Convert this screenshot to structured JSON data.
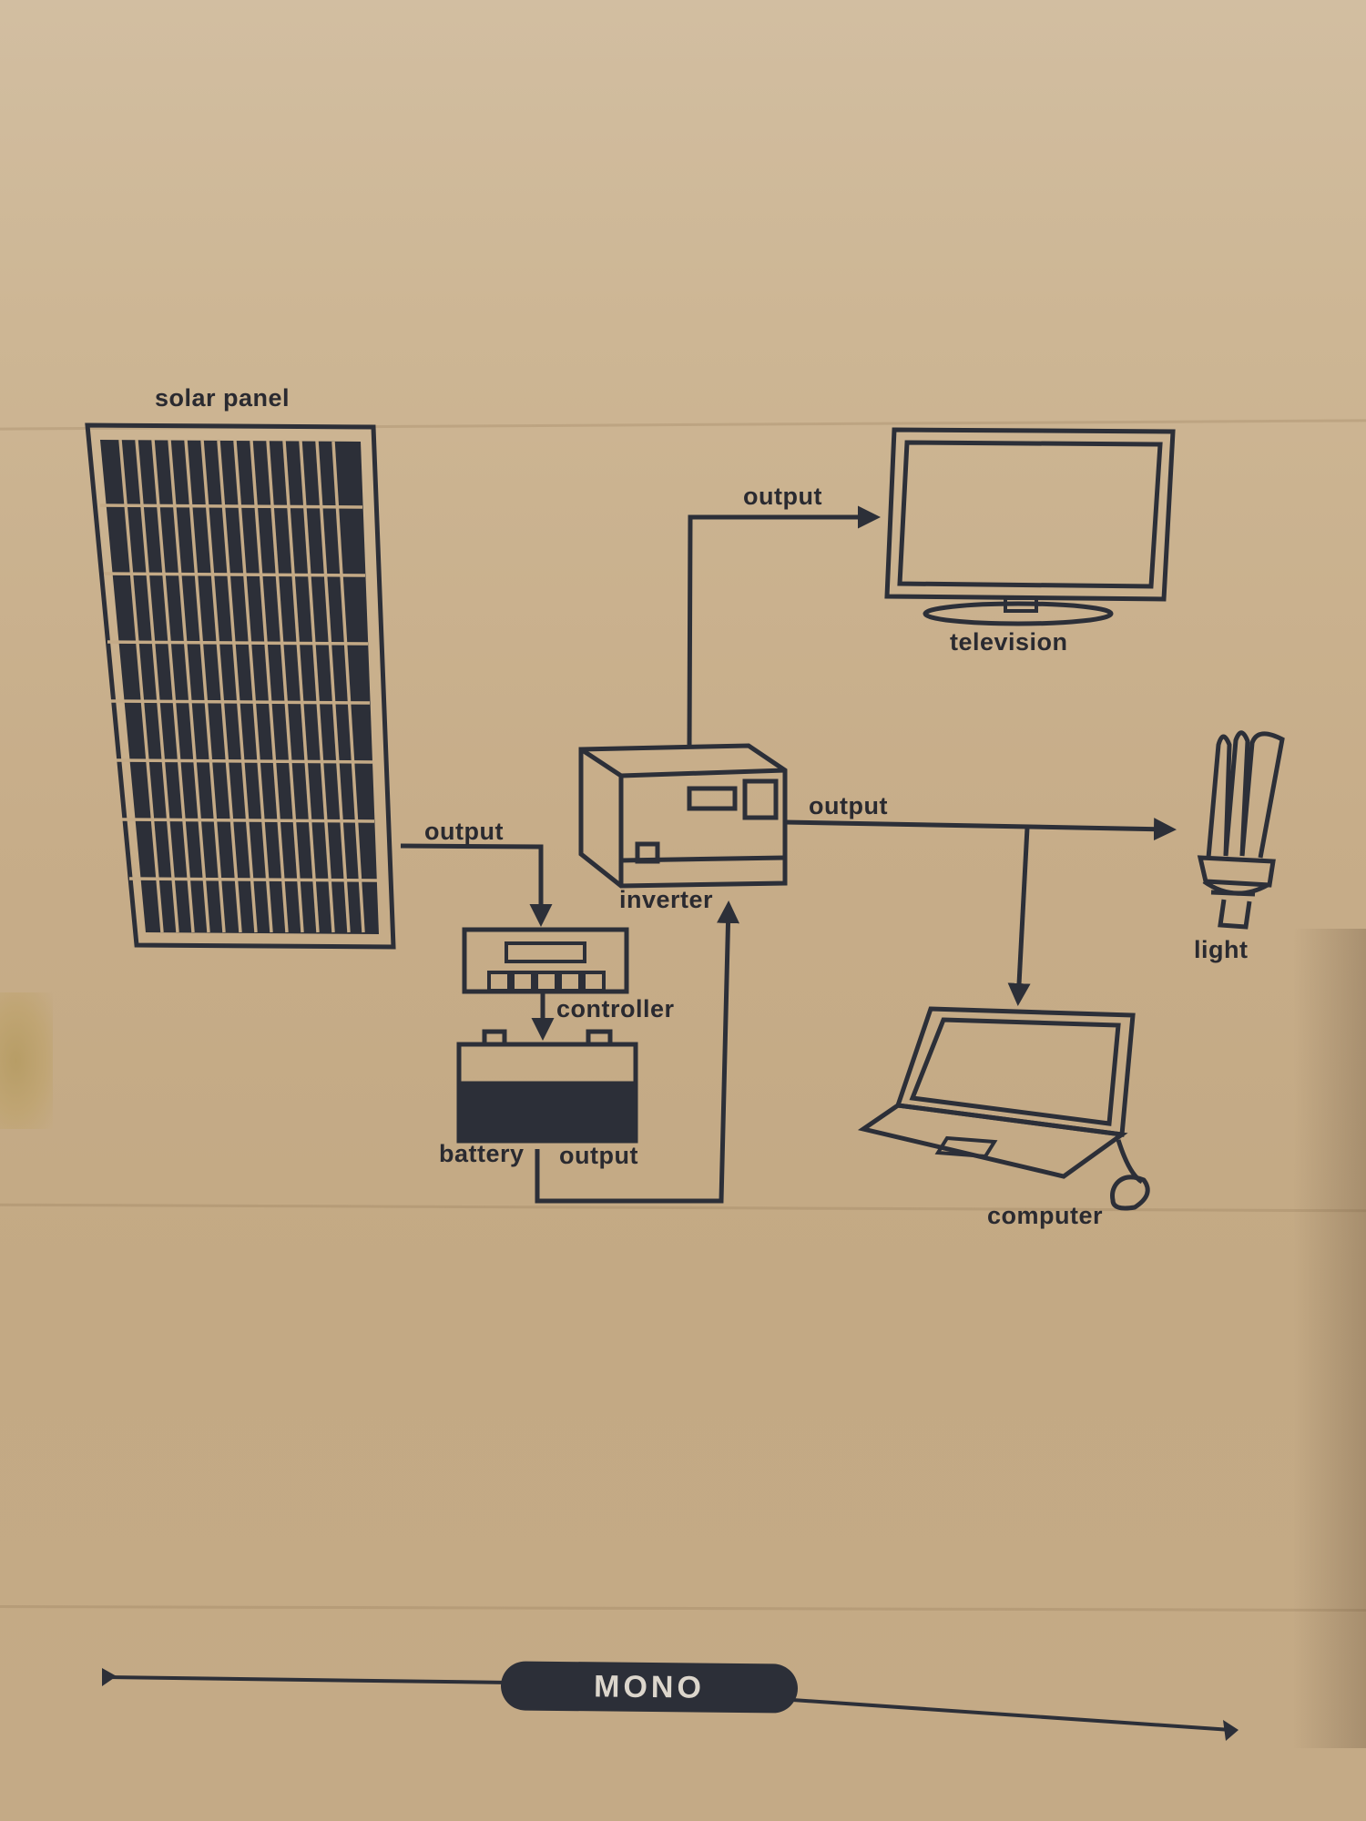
{
  "diagram": {
    "nodes": {
      "solar_panel": "solar panel",
      "television": "television",
      "inverter": "inverter",
      "light": "light",
      "controller": "controller",
      "battery": "battery",
      "computer": "computer"
    },
    "edges": {
      "panel_output": "output",
      "tv_output": "output",
      "inverter_output": "output",
      "battery_output": "output"
    }
  },
  "badge": {
    "label": "MONO"
  },
  "colors": {
    "ink": "#2c2f38",
    "cardboard": "#c9b18f",
    "badge_text": "#dcd6cc"
  }
}
